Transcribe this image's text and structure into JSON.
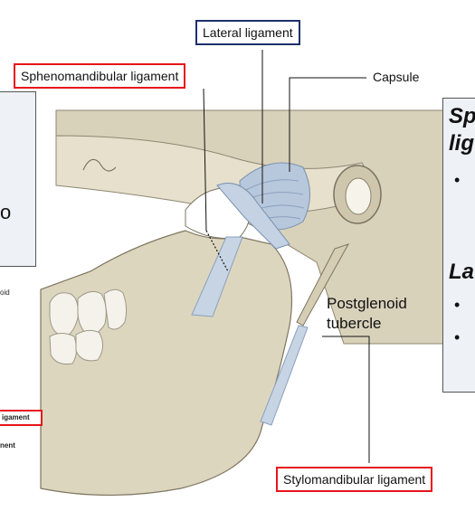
{
  "labels": {
    "lateral": "Lateral ligament",
    "sphenomandibular": "Sphenomandibular ligament",
    "capsule": "Capsule",
    "postglenoid_line1": "Postglenoid",
    "postglenoid_line2": "tubercle",
    "stylomandibular": "Stylomandibular ligament"
  },
  "left_panel": {
    "fragment": "o",
    "tiny_1": "oid",
    "tiny_2": "igament",
    "tiny_3": "nent"
  },
  "right_panel": {
    "heading_1": "Sp",
    "heading_2": "lig",
    "heading_3": "La"
  },
  "colors": {
    "red_border": "#e8141b",
    "blue_border": "#1f2f6b",
    "bone": "#ddd7c2",
    "ligament": "#b8c8dc"
  }
}
